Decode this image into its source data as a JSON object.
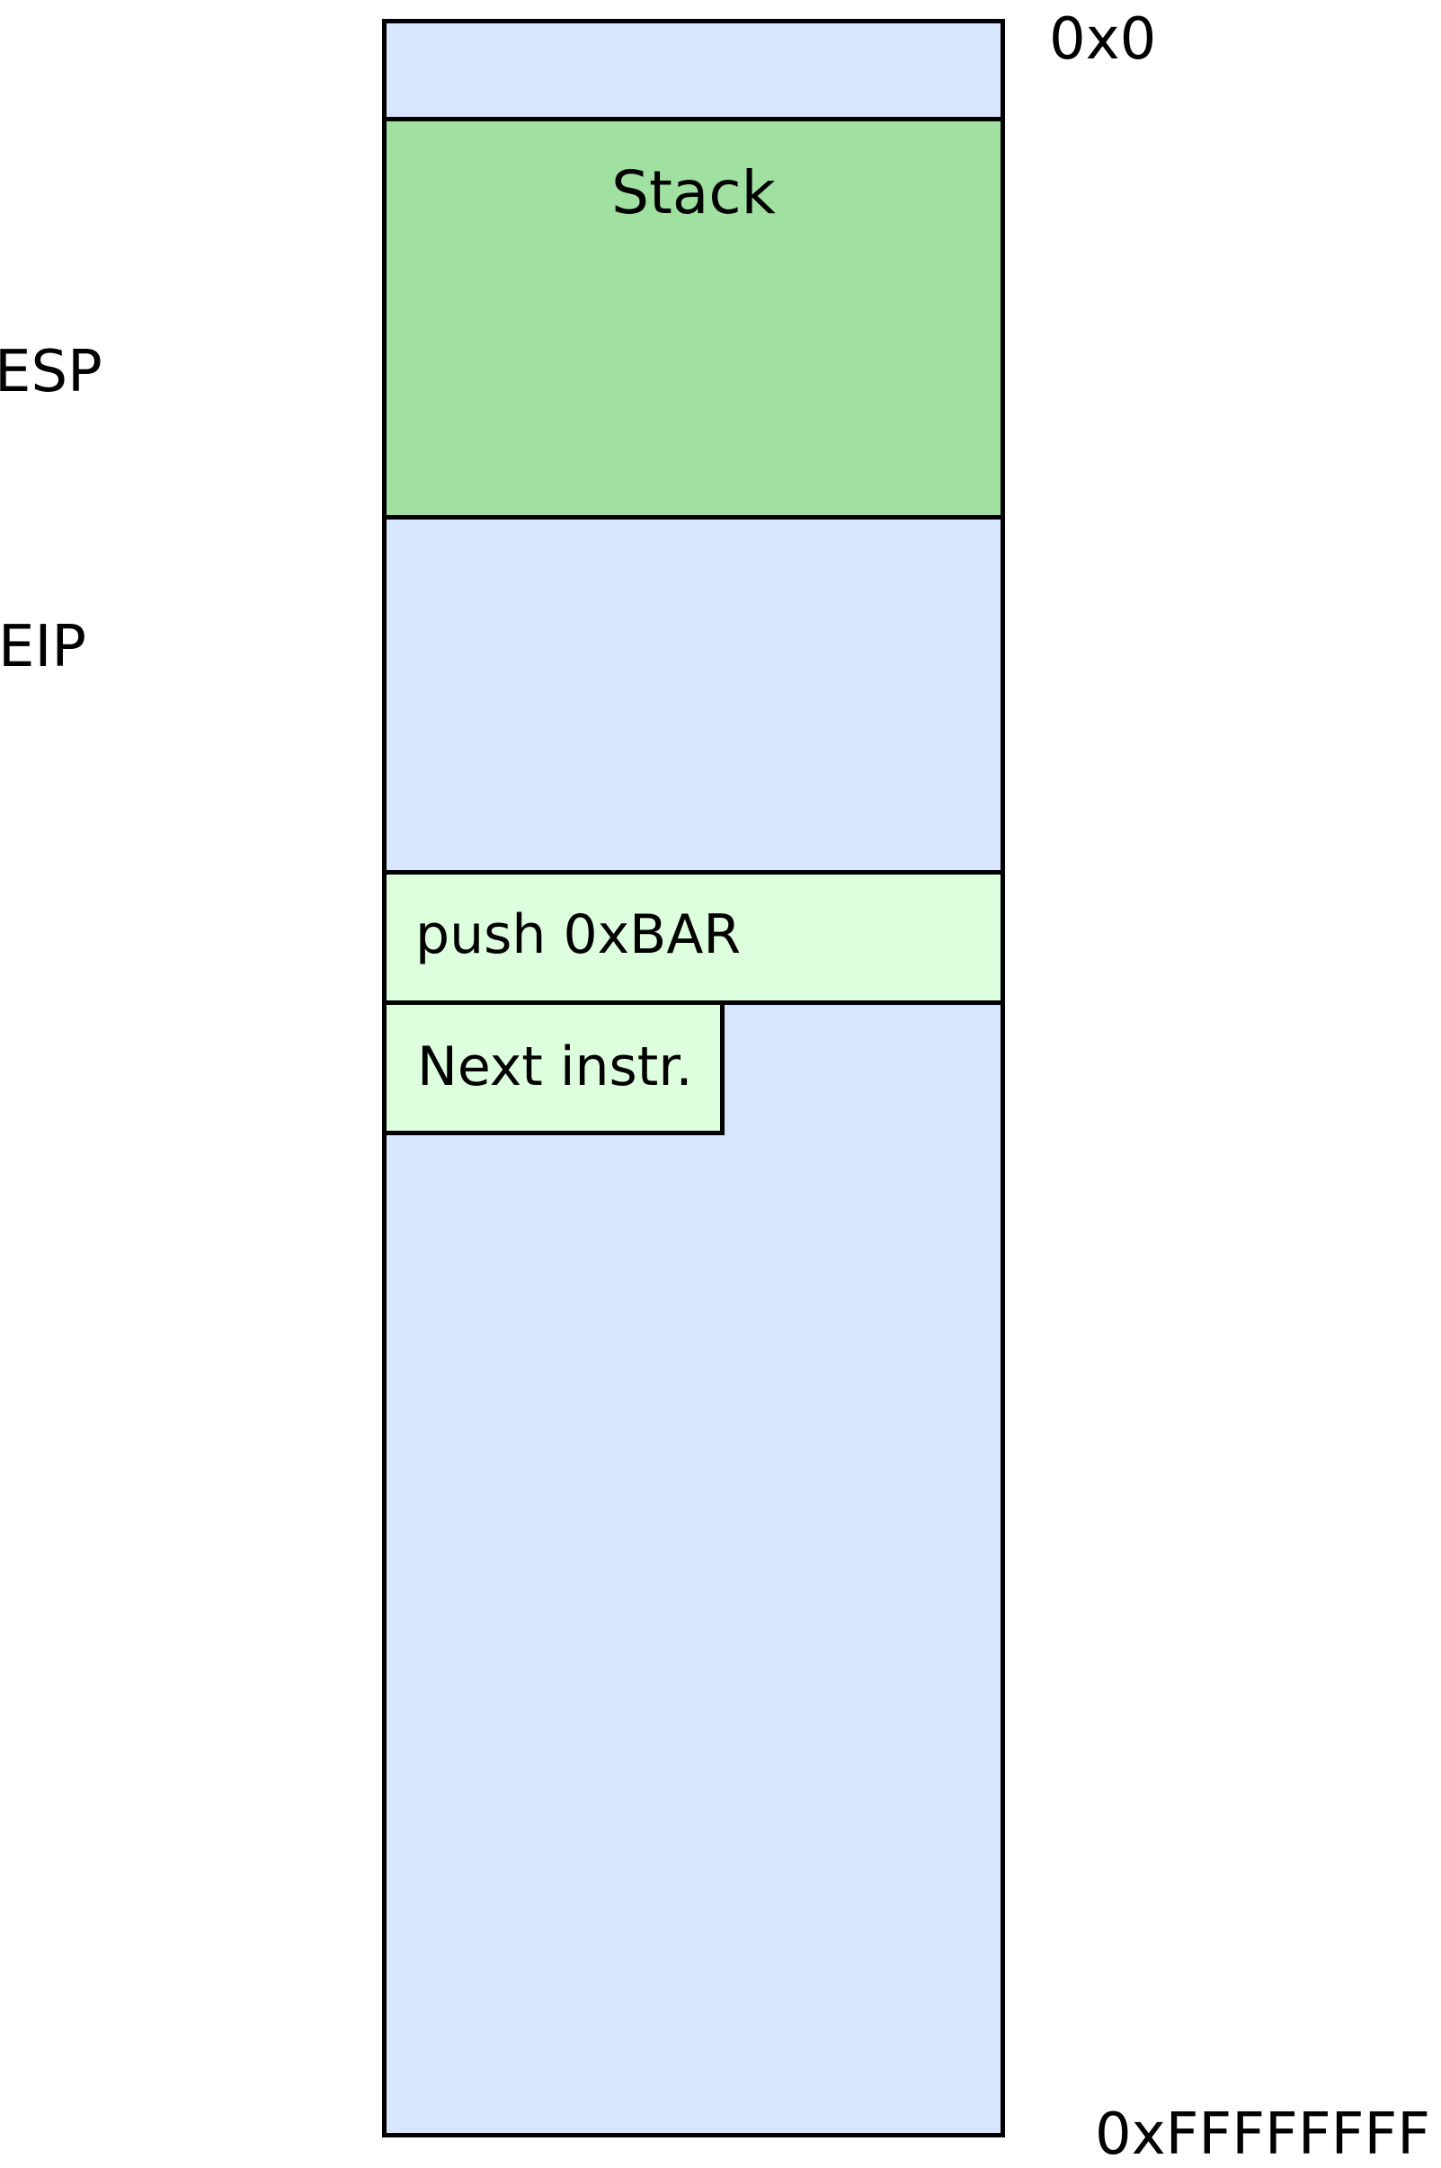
{
  "diagram": {
    "regions": {
      "stack_label": "Stack"
    },
    "instructions": {
      "current": "push 0xBAR",
      "next": "Next instr."
    },
    "registers": {
      "esp": "ESP",
      "eip": "EIP"
    },
    "addresses": {
      "low": "0x0",
      "high": "0xFFFFFFFF"
    }
  },
  "colors": {
    "memory_background": "#d7e6fd",
    "stack_fill": "#a0e0a0",
    "instruction_fill": "#ddffdd",
    "outline": "#000000"
  }
}
